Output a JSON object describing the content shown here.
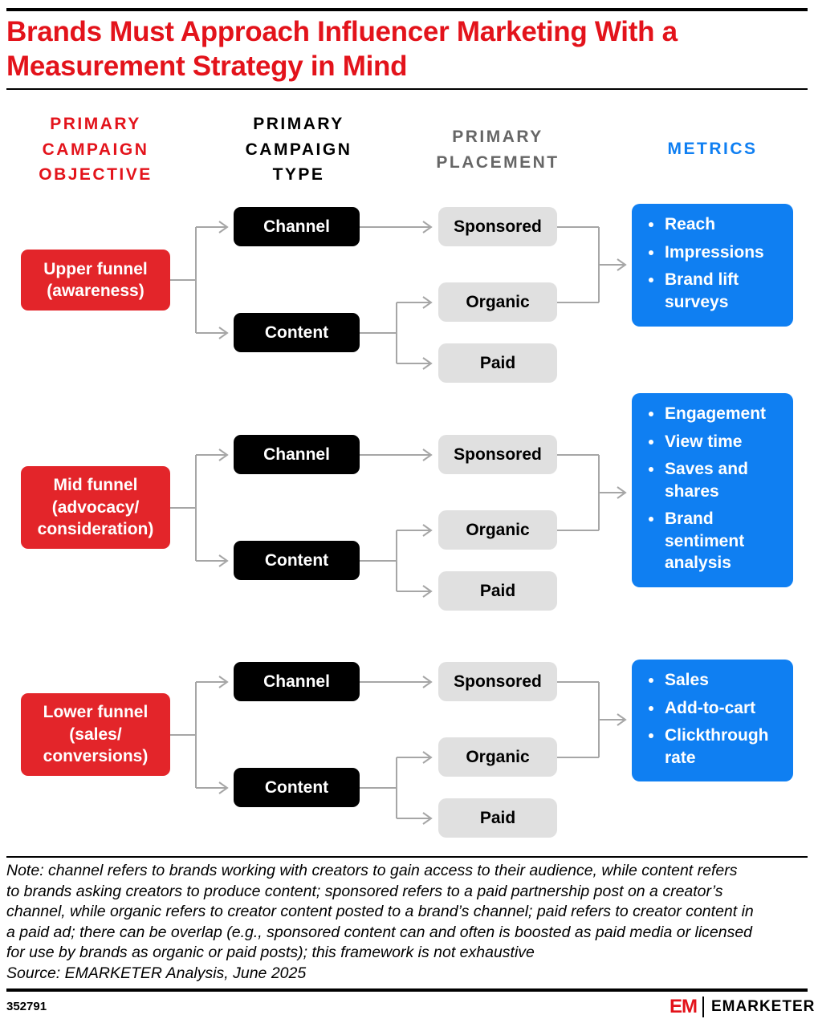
{
  "title": "Brands Must Approach Influencer Marketing With a Measurement Strategy in Mind",
  "columns": {
    "objective": [
      "PRIMARY",
      "CAMPAIGN",
      "OBJECTIVE"
    ],
    "type": [
      "PRIMARY",
      "CAMPAIGN",
      "TYPE"
    ],
    "placement": [
      "PRIMARY",
      "PLACEMENT"
    ],
    "metrics": [
      "METRICS"
    ]
  },
  "rows": [
    {
      "objective": [
        "Upper funnel",
        "(awareness)"
      ],
      "types": [
        "Channel",
        "Content"
      ],
      "placements": [
        "Sponsored",
        "Organic",
        "Paid"
      ],
      "metrics": [
        [
          "Reach"
        ],
        [
          "Impressions"
        ],
        [
          "Brand lift",
          "surveys"
        ]
      ]
    },
    {
      "objective": [
        "Mid funnel",
        "(advocacy/",
        "consideration)"
      ],
      "types": [
        "Channel",
        "Content"
      ],
      "placements": [
        "Sponsored",
        "Organic",
        "Paid"
      ],
      "metrics": [
        [
          "Engagement"
        ],
        [
          "View time"
        ],
        [
          "Saves and",
          "shares"
        ],
        [
          "Brand",
          "sentiment",
          "analysis"
        ]
      ]
    },
    {
      "objective": [
        "Lower funnel",
        "(sales/",
        "conversions)"
      ],
      "types": [
        "Channel",
        "Content"
      ],
      "placements": [
        "Sponsored",
        "Organic",
        "Paid"
      ],
      "metrics": [
        [
          "Sales"
        ],
        [
          "Add-to-cart"
        ],
        [
          "Clickthrough",
          "rate"
        ]
      ]
    }
  ],
  "note": [
    "Note: channel refers to brands working with creators to gain access to their audience, while content refers",
    "to brands asking creators to produce content; sponsored refers to a paid partnership post on a creator’s",
    "channel, while organic refers to creator content posted to a brand’s channel; paid refers to creator content in",
    "a paid ad; there can be overlap (e.g., sponsored content can and often is boosted as paid media or licensed",
    "for use by brands as organic or paid posts); this framework is not exhaustive"
  ],
  "source": "Source: EMARKETER Analysis, June 2025",
  "chart_id": "352791",
  "logo": {
    "mark": "EM",
    "brand": "EMARKETER"
  },
  "colors": {
    "red": "#e3131b",
    "objective_red": "#e3252a",
    "blue": "#0f7ff2",
    "placement_gray": "#e0e0e0",
    "placement_header_gray": "#666666",
    "connector_gray": "#a6a6a6"
  }
}
